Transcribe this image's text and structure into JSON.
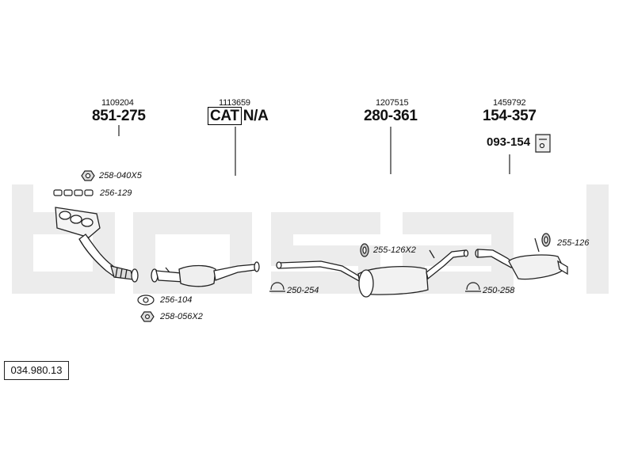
{
  "watermark": {
    "text": "bosal",
    "color": "#ebebeb"
  },
  "reference_number": "034.980.13",
  "groups": [
    {
      "oe_number": "1109204",
      "part_number": "851-275"
    },
    {
      "oe_number": "1113659",
      "cat_label": "CAT",
      "part_number": "N/A"
    },
    {
      "oe_number": "1207515",
      "part_number": "280-361"
    },
    {
      "oe_number": "1459792",
      "part_number": "154-357",
      "bracket_number": "093-154"
    }
  ],
  "accessories": [
    {
      "label": "258-040X5"
    },
    {
      "label": "256-129"
    },
    {
      "label": "256-104"
    },
    {
      "label": "258-056X2"
    },
    {
      "label": "250-254"
    },
    {
      "label": "255-126X2"
    },
    {
      "label": "250-258"
    },
    {
      "label": "255-126"
    }
  ]
}
